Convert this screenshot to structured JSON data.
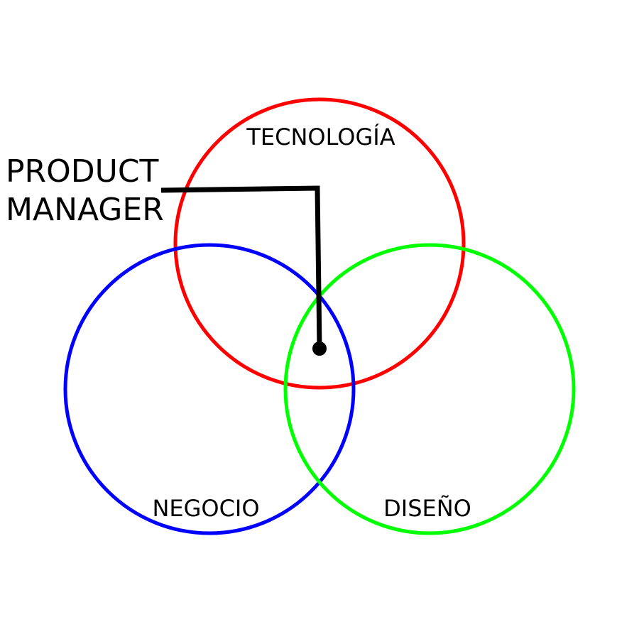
{
  "circles": {
    "technology": {
      "label": "TECNOLOGÍA",
      "color": "#ff0000"
    },
    "business": {
      "label": "NEGOCIO",
      "color": "#0000ff"
    },
    "design": {
      "label": "DISEÑO",
      "color": "#00ff00"
    }
  },
  "pointer": {
    "line1": "PRODUCT",
    "line2": "MANAGER",
    "color": "#000000"
  }
}
